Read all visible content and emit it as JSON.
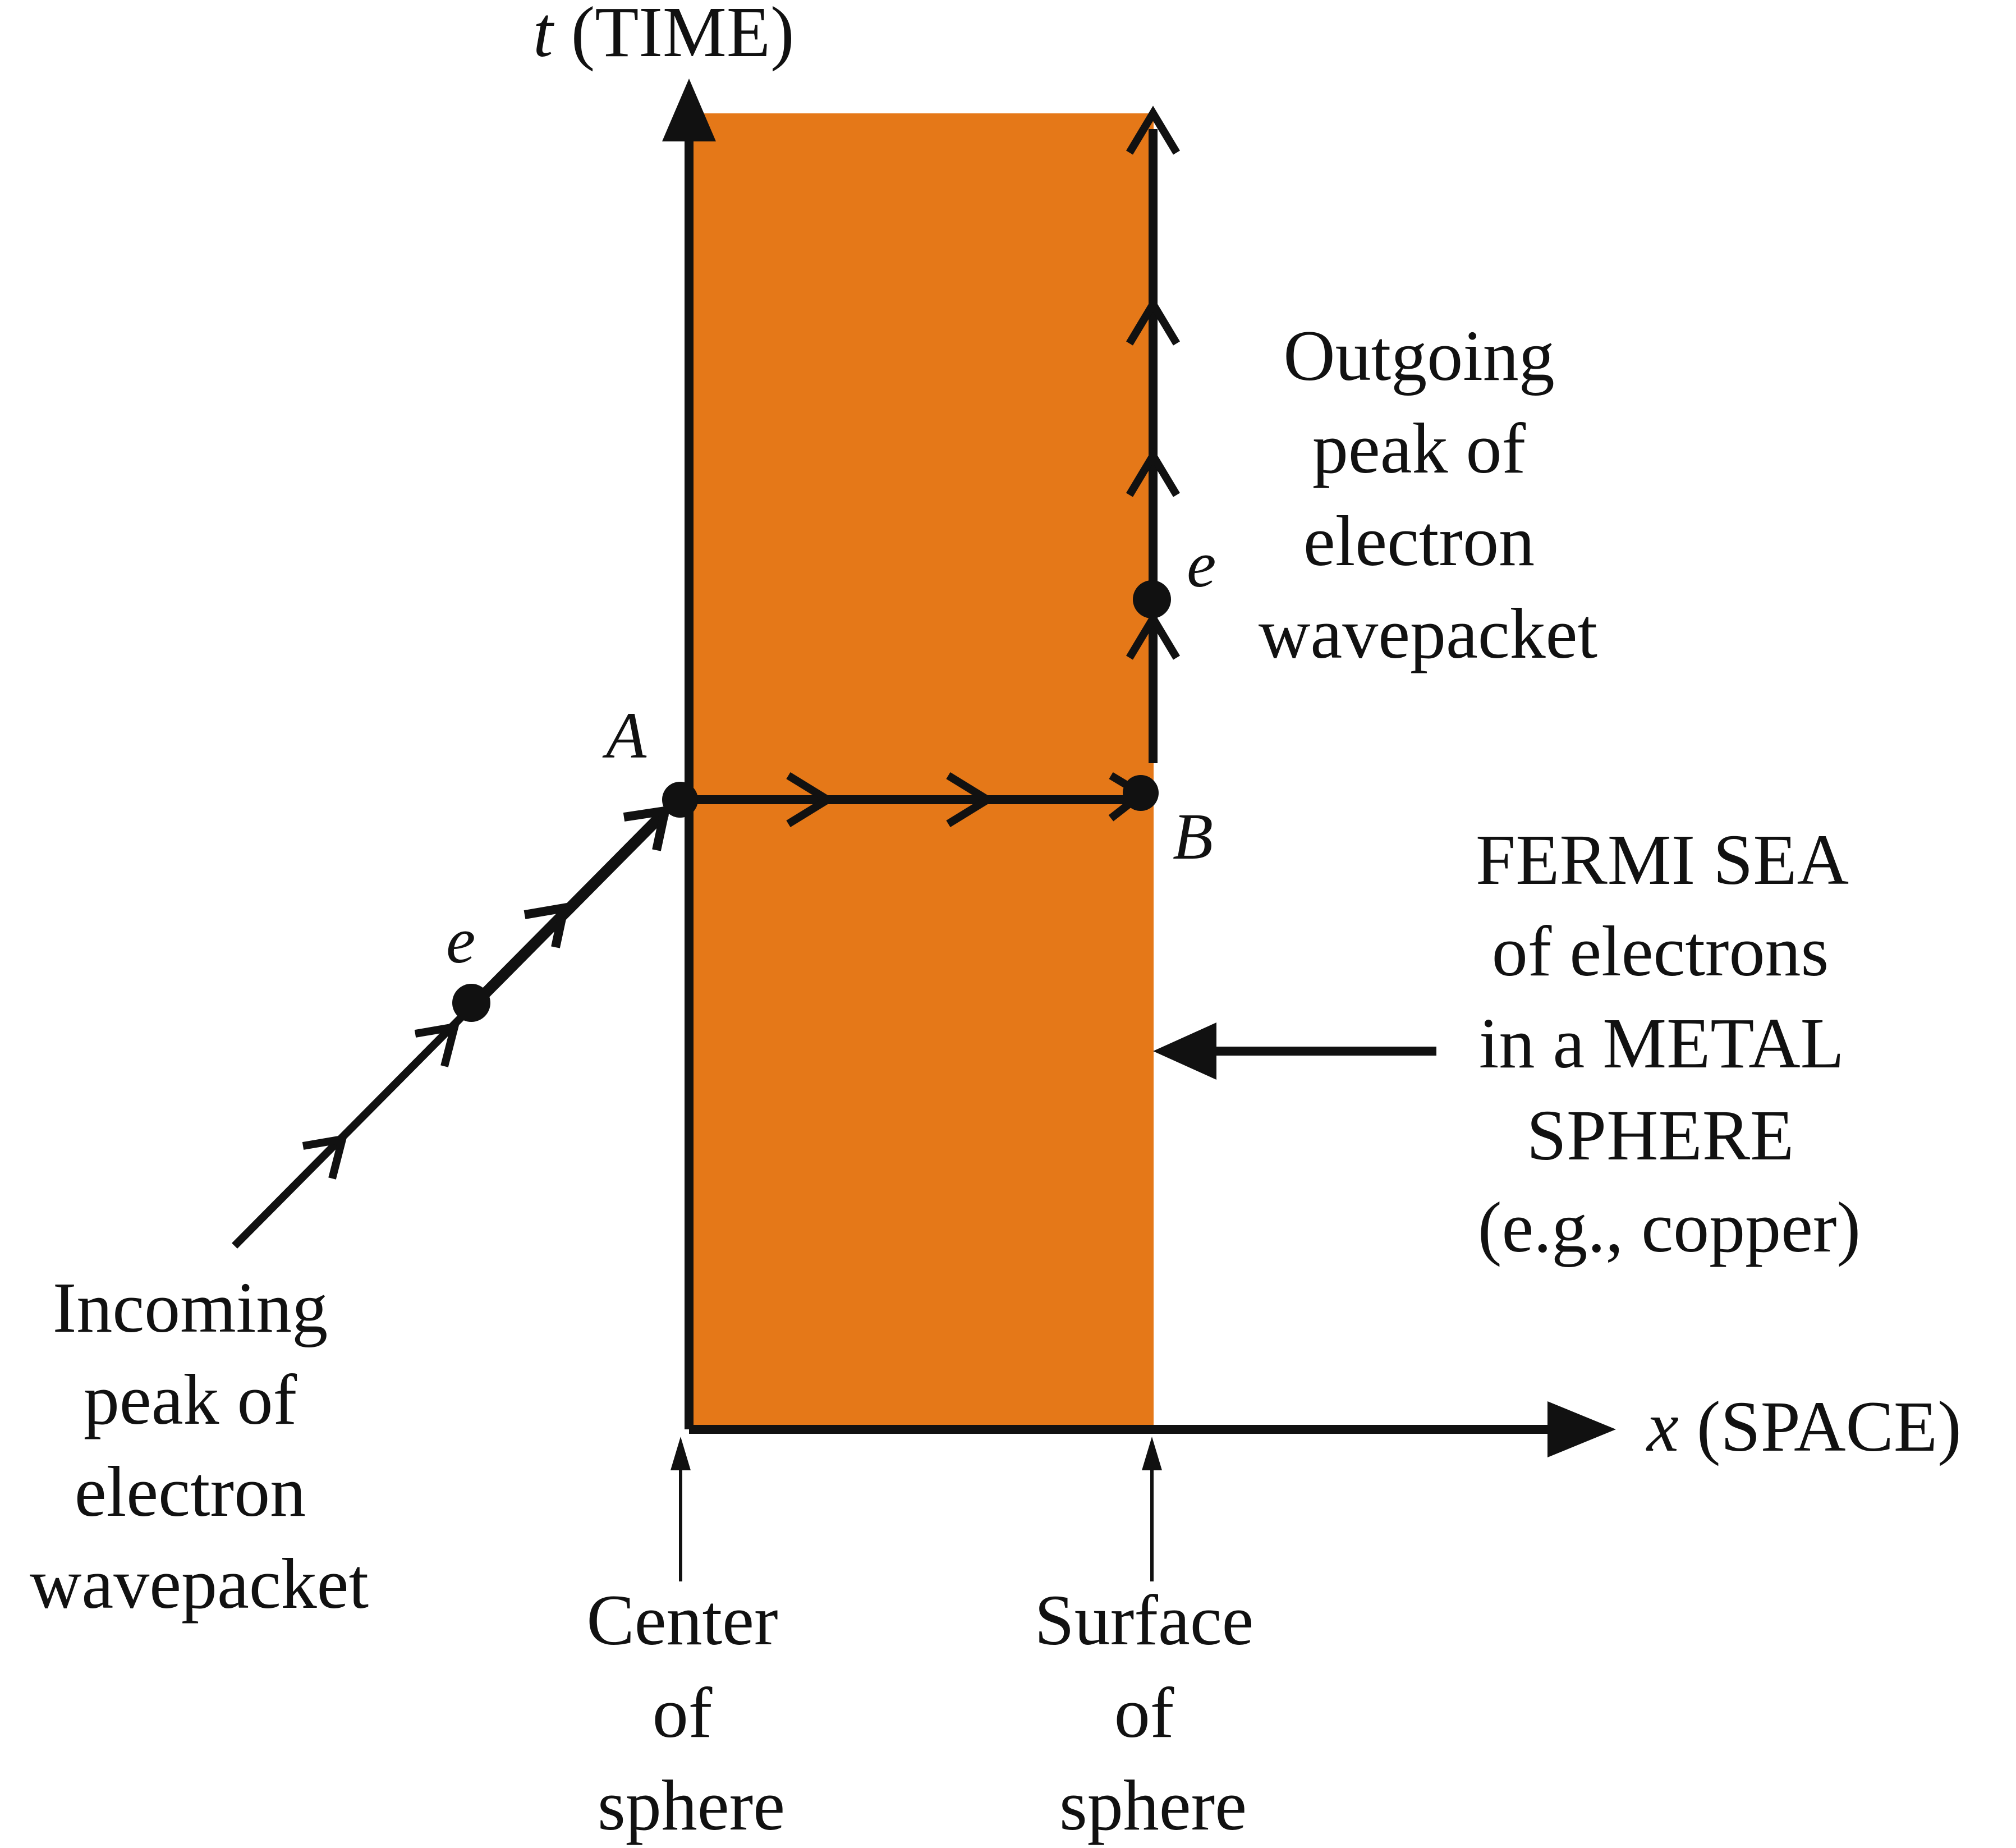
{
  "axes": {
    "time_var": "t",
    "time_label": " (TIME)",
    "space_var": "x",
    "space_label": " (SPACE)"
  },
  "points": {
    "a": "A",
    "b": "B",
    "electron_incoming": "e",
    "electron_outgoing": "e"
  },
  "labels": {
    "outgoing": [
      "Outgoing",
      "peak of",
      "electron",
      "wavepacket"
    ],
    "incoming": [
      "Incoming",
      "peak of",
      "electron",
      "wavepacket"
    ],
    "fermi": [
      "FERMI SEA",
      "of electrons",
      "in a METAL",
      "SPHERE",
      "(e.g., copper)"
    ],
    "center": [
      "Center",
      "of",
      "sphere"
    ],
    "surface": [
      "Surface",
      "of",
      "sphere"
    ]
  },
  "colors": {
    "fermi_sea": "#E57818",
    "ink": "#111111"
  }
}
